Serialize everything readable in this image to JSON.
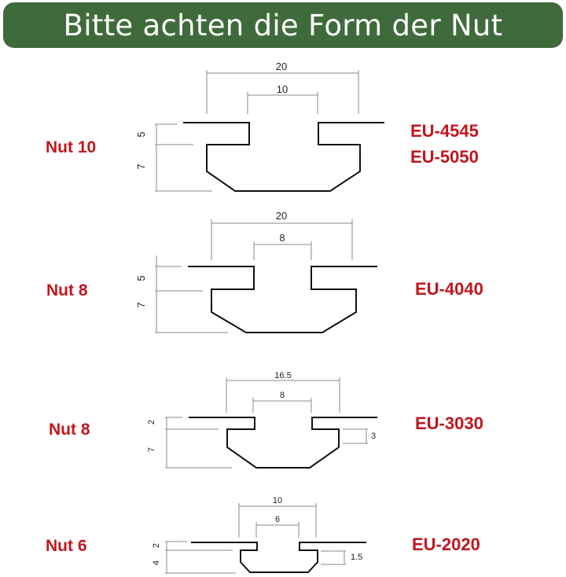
{
  "header": {
    "title": "Bitte achten die Form der Nut"
  },
  "colors": {
    "banner": "#3f6b3c",
    "label": "#c0161d",
    "outline": "#111111",
    "dimline": "#8a8a8a"
  },
  "profiles": [
    {
      "nut": "Nut 10",
      "codes": [
        "EU-4545",
        "EU-5050"
      ],
      "dims": {
        "outer": "20",
        "inner": "10",
        "top": "5",
        "bottom": "7"
      }
    },
    {
      "nut": "Nut 8",
      "codes": [
        "EU-4040"
      ],
      "dims": {
        "outer": "20",
        "inner": "8",
        "top": "5",
        "bottom": "7"
      }
    },
    {
      "nut": "Nut 8",
      "codes": [
        "EU-3030"
      ],
      "dims": {
        "outer": "16.5",
        "inner": "8",
        "top": "2",
        "bottom": "7",
        "side": "3"
      }
    },
    {
      "nut": "Nut 6",
      "codes": [
        "EU-2020"
      ],
      "dims": {
        "outer": "10",
        "inner": "6",
        "top": "2",
        "bottom": "4",
        "side": "1.5"
      }
    }
  ]
}
